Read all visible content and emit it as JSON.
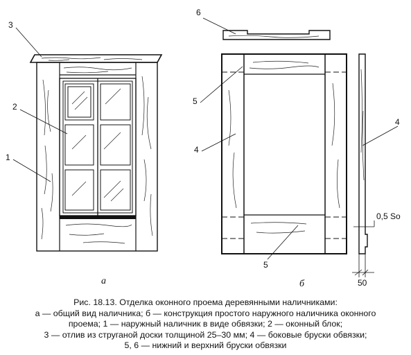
{
  "figure": {
    "callouts": {
      "a_3": "3",
      "a_2": "2",
      "a_1": "1",
      "b_6": "6",
      "b_5_top": "5",
      "b_4_left": "4",
      "b_4_right": "4",
      "b_5_bottom": "5"
    },
    "dimension_text": "0,5 So",
    "dimension_width": "50",
    "subfigure_a": "а",
    "subfigure_b": "б"
  },
  "caption": {
    "line1": "Рис. 18.13. Отделка оконного проема деревянными наличниками:",
    "line2": "а — общий вид наличника; б — конструкция простого наружного наличника оконного",
    "line3": "проема; 1  —  наружный наличник в виде обвязки; 2 — оконный блок;",
    "line4": "3 — отлив из струганой доски толщиной 25–30 мм; 4 — боковые бруски обвязки;",
    "line5": "5, 6 — нижний и верхний бруски обвязки"
  }
}
